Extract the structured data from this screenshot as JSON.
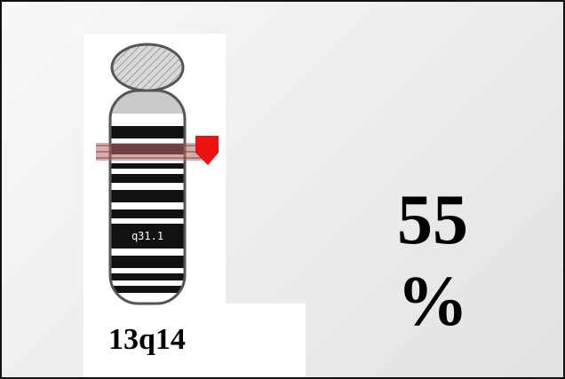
{
  "slide": {
    "band_label": "q31.1",
    "locus_label": "13q14",
    "percentage": {
      "value": "55",
      "symbol": "%"
    }
  },
  "colors": {
    "marker": "#ee1111",
    "highlight": "#b06a6a",
    "band_dark": "#111111",
    "band_light": "#ffffff",
    "centromere": "#cfcfcf"
  }
}
